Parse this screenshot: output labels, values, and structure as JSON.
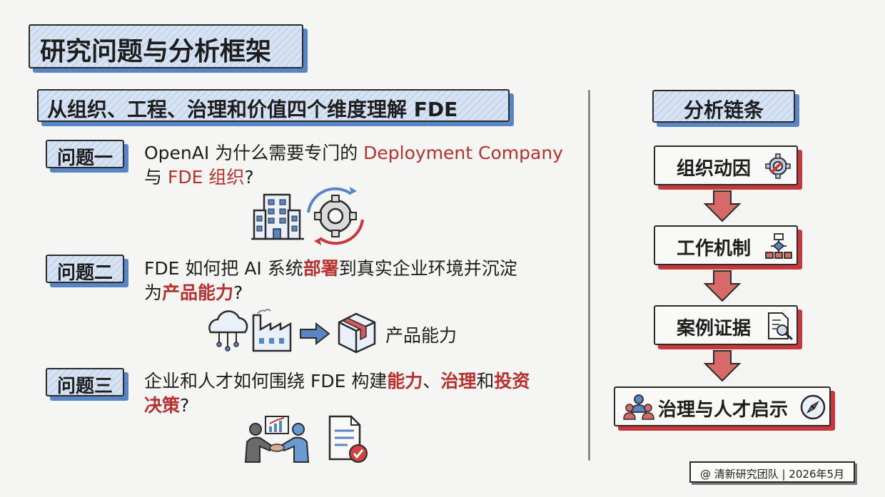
{
  "page_title": "研究问题与分析框架",
  "section_subtitle": "从组织、工程、治理和价值四个维度理解 FDE",
  "questions": [
    {
      "tag": "问题一",
      "line1_a": "OpenAI 为什么需要专门的 ",
      "line1_b": "Deployment Company",
      "line2_a": "与 ",
      "line2_b": "FDE 组织",
      "line2_c": "?"
    },
    {
      "tag": "问题二",
      "line1_a": "FDE 如何把 AI 系统",
      "line1_b": "部署",
      "line1_c": "到真实企业环境并沉淀",
      "line2_a": "为",
      "line2_b": "产品能力",
      "line2_c": "?",
      "flow_label": "产品能力"
    },
    {
      "tag": "问题三",
      "line1_a": "企业和人才如何围绕 FDE 构建",
      "line1_b": "能力",
      "line1_c": "、",
      "line1_d": "治理",
      "line1_e": "和",
      "line1_f": "投资",
      "line2_a": "决策",
      "line2_b": "?"
    }
  ],
  "chain": {
    "title": "分析链条",
    "steps": [
      {
        "label": "组织动因",
        "icon": "gear-wrench-icon"
      },
      {
        "label": "工作机制",
        "icon": "flowchart-icon"
      },
      {
        "label": "案例证据",
        "icon": "document-magnifier-icon"
      },
      {
        "label": "治理与人才启示",
        "icon": "compass-icon"
      }
    ]
  },
  "footer": "@ 清新研究团队 | 2026年5月",
  "colors": {
    "accent_red": "#b8312f",
    "accent_blue": "#5a85c4",
    "box_fill_blue": "#d7e3f3"
  }
}
